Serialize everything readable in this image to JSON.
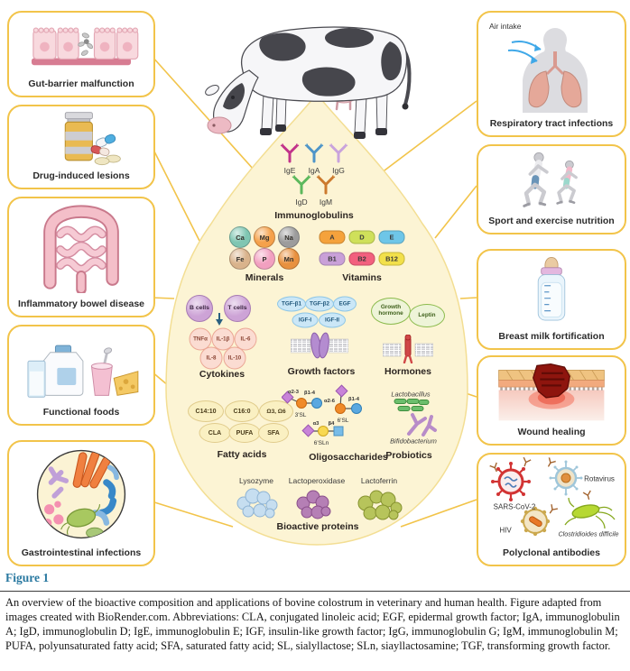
{
  "figure": {
    "left_boxes": [
      {
        "label": "Gut-barrier malfunction"
      },
      {
        "label": "Drug-induced lesions"
      },
      {
        "label": "Inflammatory bowel disease"
      },
      {
        "label": "Functional foods"
      },
      {
        "label": "Gastrointestinal infections"
      }
    ],
    "right_boxes": [
      {
        "label": "Respiratory tract infections",
        "annotation": "Air intake"
      },
      {
        "label": "Sport and exercise nutrition"
      },
      {
        "label": "Breast milk fortification"
      },
      {
        "label": "Wound healing"
      },
      {
        "label": "Polyclonal antibodies",
        "pathogens": [
          "SARS-CoV-2",
          "Rotavirus",
          "HIV",
          "Clostridioides difficile"
        ]
      }
    ],
    "drop": {
      "immunoglobulins": {
        "title": "Immunoglobulins",
        "items": [
          "IgE",
          "IgA",
          "IgG",
          "IgD",
          "IgM"
        ]
      },
      "minerals": {
        "title": "Minerals",
        "items": [
          "Ca",
          "Mg",
          "Na",
          "Fe",
          "P",
          "Mn"
        ]
      },
      "vitamins": {
        "title": "Vitamins",
        "items": [
          "A",
          "D",
          "E",
          "B1",
          "B2",
          "B12"
        ]
      },
      "cytokines": {
        "title": "Cytokines",
        "cells": [
          "B cells",
          "T cells"
        ],
        "items": [
          "TNFα",
          "IL-1β",
          "IL-6",
          "IL-8",
          "IL-10"
        ]
      },
      "growth_factors": {
        "title": "Growth factors",
        "items": [
          "TGF-β1",
          "TGF-β2",
          "EGF",
          "IGF-I",
          "IGF-II"
        ]
      },
      "hormones": {
        "title": "Hormones",
        "items": [
          "Growth hormone",
          "Leptin"
        ]
      },
      "fatty_acids": {
        "title": "Fatty acids",
        "items": [
          "C14:10",
          "C16:0",
          "Ω3, Ω6",
          "CLA",
          "PUFA",
          "SFA"
        ]
      },
      "oligosaccharides": {
        "title": "Oligosaccharides",
        "structures": [
          {
            "name": "3'SL",
            "link1": "α2-3",
            "link2": "β1-4"
          },
          {
            "name": "6'SL",
            "link1": "α2-6",
            "link2": "β1-4"
          },
          {
            "name": "6'SLn",
            "link1": "α3",
            "link2": "β4"
          }
        ]
      },
      "probiotics": {
        "title": "Probiotics",
        "items": [
          "Lactobacillus",
          "Bifidobacterium"
        ]
      },
      "bioactive_proteins": {
        "title": "Bioactive proteins",
        "items": [
          "Lysozyme",
          "Lactoperoxidase",
          "Lactoferrin"
        ]
      }
    }
  },
  "caption": {
    "figure_label": "Figure 1",
    "text": "An overview of the bioactive composition and applications of bovine colostrum in veterinary and human health. Figure adapted from images created with BioRender.com. Abbreviations: CLA, conjugated linoleic acid; EGF, epidermal growth factor; IgA, immunoglobulin A; IgD, immunoglobulin D; IgE, immunoglobulin E; IGF, insulin-like growth factor; IgG, immunoglobulin G; IgM, immunoglobulin M; PUFA, polyunsaturated fatty acid; SFA, saturated fatty acid; SL, sialyllactose; SLn, siayllactosamine; TGF, transforming growth factor."
  },
  "colors": {
    "box_border": "#F2C44A",
    "drop_fill": "#FCF4D4",
    "drop_edge": "#F3DE93",
    "figure_label": "#2878A0",
    "immunoglobulins": {
      "IgE": "#C2338A",
      "IgA": "#4E95C8",
      "IgG": "#C9A3DC",
      "IgD": "#5CB85C",
      "IgM": "#CC7A2E"
    },
    "minerals": {
      "Ca": "#7FC6B2",
      "Mg": "#F5A14B",
      "Na": "#9C9C9C",
      "Fe": "#D9B38C",
      "P": "#F2A0C0",
      "Mn": "#E8913F"
    },
    "vitamins": {
      "A": "#F5A23C",
      "D": "#CFE05A",
      "E": "#6EC6E8",
      "B1": "#C9A0D8",
      "B2": "#F2607E",
      "B12": "#F2E04A"
    }
  }
}
